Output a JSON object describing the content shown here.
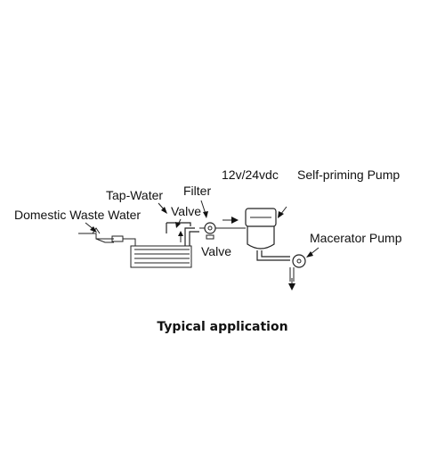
{
  "diagram": {
    "labels": {
      "pump_voltage": "12v/24vdc",
      "self_priming_pump": "Self-priming Pump",
      "filter": "Filter",
      "tap_water": "Tap-Water",
      "valve_top": "Valve",
      "domestic_waste_water": "Domestic Waste Water",
      "valve_bottom": "Valve",
      "macerator_pump": "Macerator Pump"
    },
    "caption": "Typical application"
  }
}
